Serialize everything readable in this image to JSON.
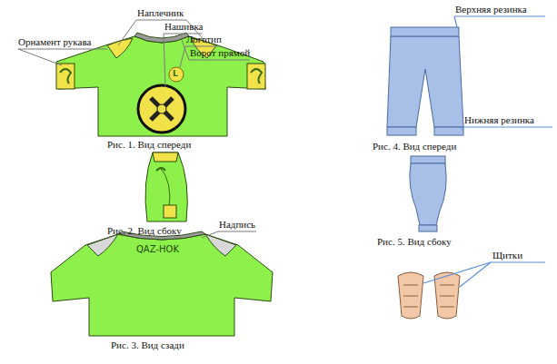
{
  "diagram": {
    "labels": [
      "Наплечник",
      "Нашивка",
      "Логотип",
      "Ворот прямой",
      "Орнамент рукава",
      "L",
      "Рис. 1. Вид спереди",
      "Рис. 2. Вид сбоку",
      "Надпись",
      "QAZ-HOK",
      "Рис. 3. Вид сзади",
      "Верхняя резинка",
      "Нижняя резинка",
      "Рис. 4. Вид спереди",
      "Рис. 5. Вид сбоку",
      "Щитки"
    ]
  }
}
